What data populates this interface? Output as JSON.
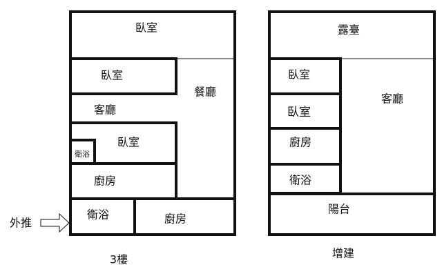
{
  "floor3": {
    "caption": "3樓",
    "rooms": {
      "bedroom_top": "臥室",
      "bedroom_mid": "臥室",
      "dining": "餐廳",
      "living": "客廳",
      "bedroom_lower": "臥室",
      "bath_small": "衛浴",
      "kitchen_left": "廚房",
      "bath_bottom": "衛浴",
      "kitchen_bottom": "廚房"
    },
    "annotation": "外推"
  },
  "addition": {
    "caption": "增建",
    "rooms": {
      "terrace": "露臺",
      "bedroom_1": "臥室",
      "bedroom_2": "臥室",
      "living": "客廳",
      "kitchen": "廚房",
      "bath": "衛浴",
      "balcony": "陽台"
    }
  }
}
